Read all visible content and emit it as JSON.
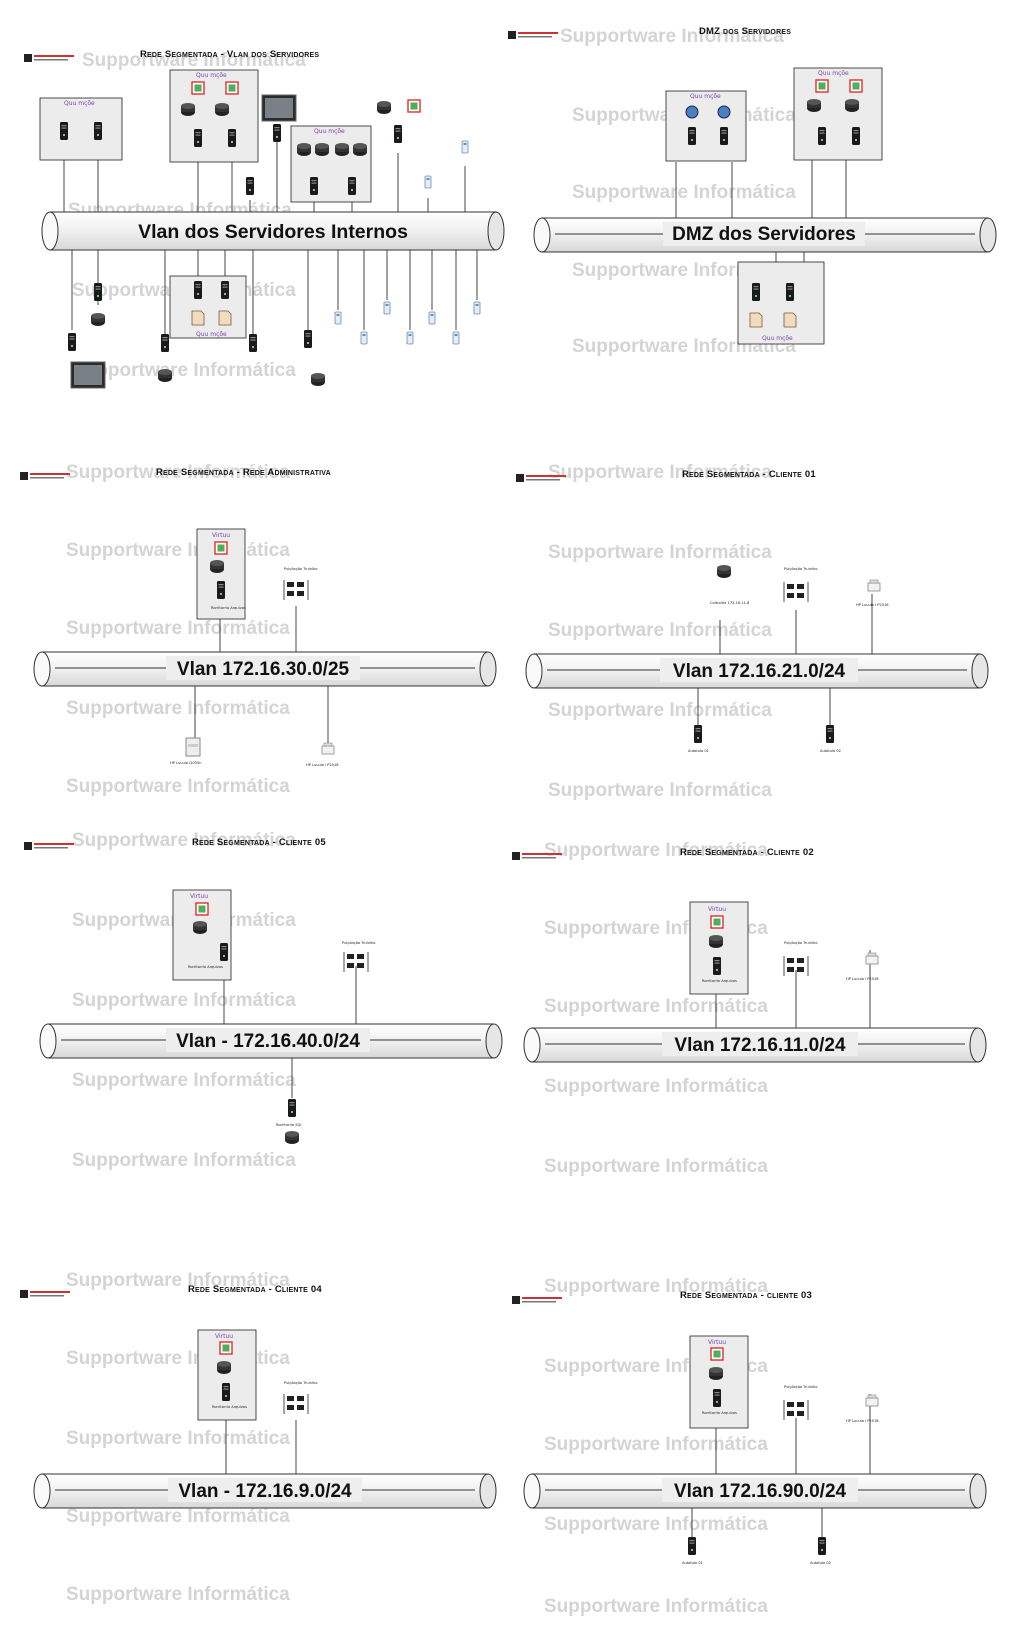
{
  "watermark": "Supportware Informática",
  "panels": [
    {
      "id": "servidores",
      "title": "Rede Segmentada - Vlan dos Servidores",
      "pipe_label": "Vlan dos Servidores Internos",
      "group_labels": [
        "Quu mçõe",
        "Quu mçõe",
        "Quu mçõe",
        "Quu mçõe"
      ]
    },
    {
      "id": "dmz",
      "title": "DMZ dos Servidores",
      "pipe_label": "DMZ dos Servidores",
      "group_labels": [
        "Quu mçõe",
        "Quu mçõe",
        "Quu mçõe"
      ]
    },
    {
      "id": "administrativa",
      "title": "Rede Segmentada - Rede Administrativa",
      "pipe_label": "Vlan 172.16.30.0/25",
      "group_labels": [
        "Virtuu"
      ],
      "tiny_labels": [
        "Rorrltorrlo Arquivos",
        "Pulçõaçõo Trulnlho",
        "HP Luuula l2055n",
        "HP Luuula l P2018"
      ]
    },
    {
      "id": "cliente01",
      "title": "Rede Segmentada - Cliente 01",
      "pipe_label": "Vlan 172.16.21.0/24",
      "tiny_labels": [
        "Coltrolrlo 172.16.11.8",
        "Pulçõaçõo Trulnlho",
        "HP Luuula l P2018",
        "Autotulo 01",
        "Autotulo 02"
      ]
    },
    {
      "id": "cliente05",
      "title": "Rede Segmentada - Cliente 05",
      "pipe_label": "Vlan - 172.16.40.0/24",
      "group_labels": [
        "Virtuu"
      ],
      "tiny_labels": [
        "Rorrltorrlo Arquivos",
        "Pulçõaçõo Trulnlho",
        "Rorrltorrlo SQl"
      ]
    },
    {
      "id": "cliente02",
      "title": "Rede Segmentada - Cliente 02",
      "pipe_label": "Vlan 172.16.11.0/24",
      "group_labels": [
        "Virtuu"
      ],
      "tiny_labels": [
        "Rorrltorrlo Arquivos",
        "Pulçõaçõo Trulnlho",
        "HP Luuula l P2018"
      ]
    },
    {
      "id": "cliente04",
      "title": "Rede Segmentada - Cliente 04",
      "pipe_label": "Vlan - 172.16.9.0/24",
      "group_labels": [
        "Virtuu"
      ],
      "tiny_labels": [
        "Rorrltorrlo Arquivos",
        "Pulçõaçõo Trulnlho"
      ]
    },
    {
      "id": "cliente03",
      "title": "Rede Segmentada - cliente 03",
      "pipe_label": "Vlan 172.16.90.0/24",
      "group_labels": [
        "Virtuu"
      ],
      "tiny_labels": [
        "Rorrltorrlo Arquivos",
        "Pulçõaçõo Trulnlho",
        "HP Luuula l P2018",
        "Autotulo 01",
        "Autotulo 02"
      ]
    }
  ],
  "colors": {
    "pipe_fill": "#f4f4f4",
    "pipe_stroke": "#333333",
    "watermark": "#d4d4d4",
    "group_label": "#7a3fb3",
    "vm_red": "#e03030",
    "vm_green": "#4fae5a",
    "box_fill": "#ececec"
  }
}
